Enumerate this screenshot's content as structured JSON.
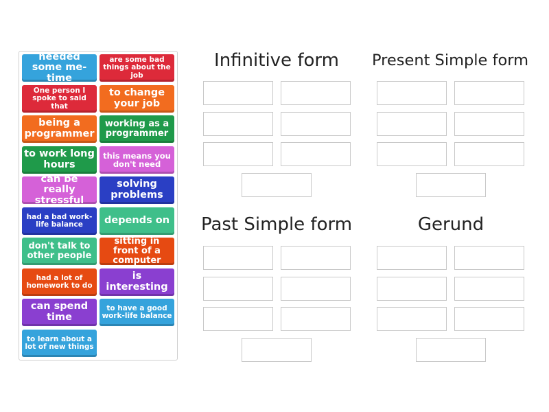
{
  "tiles": [
    {
      "text": "needed some me-time",
      "color": "#35a3dc"
    },
    {
      "text": "are some bad things about the job",
      "color": "#dd2a3a"
    },
    {
      "text": "One person I spoke to said that",
      "color": "#dd2a3a"
    },
    {
      "text": "to change your job",
      "color": "#f26c1f"
    },
    {
      "text": "being a programmer",
      "color": "#f26c1f"
    },
    {
      "text": "working as a programmer",
      "color": "#1f9a4a"
    },
    {
      "text": "to work long hours",
      "color": "#1f9a4a"
    },
    {
      "text": "this means you don't need",
      "color": "#d561d8"
    },
    {
      "text": "can be really stressful",
      "color": "#d561d8"
    },
    {
      "text": "solving problems",
      "color": "#2a3fc4"
    },
    {
      "text": "had a bad work-life balance",
      "color": "#2a3fc4"
    },
    {
      "text": "depends on",
      "color": "#3fbf8a"
    },
    {
      "text": "don't talk to other people",
      "color": "#3fbf8a"
    },
    {
      "text": "sitting in front of a computer",
      "color": "#e64a12"
    },
    {
      "text": "had a lot of homework to do",
      "color": "#e64a12"
    },
    {
      "text": "is interesting",
      "color": "#8a3fd0"
    },
    {
      "text": "can spend time",
      "color": "#8a3fd0"
    },
    {
      "text": "to have a good work-life balance",
      "color": "#35a3dc"
    },
    {
      "text": "to learn about a lot of new things",
      "color": "#35a3dc"
    }
  ],
  "groups": [
    {
      "title": "Infinitive form"
    },
    {
      "title": "Present Simple form"
    },
    {
      "title": "Past Simple form"
    },
    {
      "title": "Gerund"
    }
  ]
}
